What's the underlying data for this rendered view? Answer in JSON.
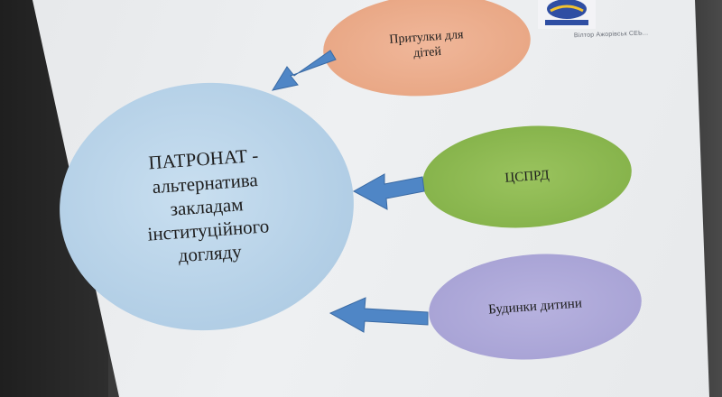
{
  "slide": {
    "main_bubble": {
      "line1": "ПАТРОНАТ -",
      "line2": "альтернатива",
      "line3": "закладам",
      "line4": "інституційного",
      "line5": "догляду"
    },
    "top_bubble": {
      "line1": "Притулки для",
      "line2": "дітей"
    },
    "middle_bubble": {
      "label": "ЦСПРД"
    },
    "bottom_bubble": {
      "label": "Будинки дитини"
    },
    "header_caption": "Вілтор Ажорівськ СЕЬ..."
  },
  "colors": {
    "main": "#b3cfe6",
    "orange": "#e9a886",
    "green": "#87b44c",
    "purple": "#a9a4d6",
    "arrow": "#4f86c6"
  },
  "icons": [
    "logo-emblem-icon",
    "arrow-left-icon"
  ]
}
